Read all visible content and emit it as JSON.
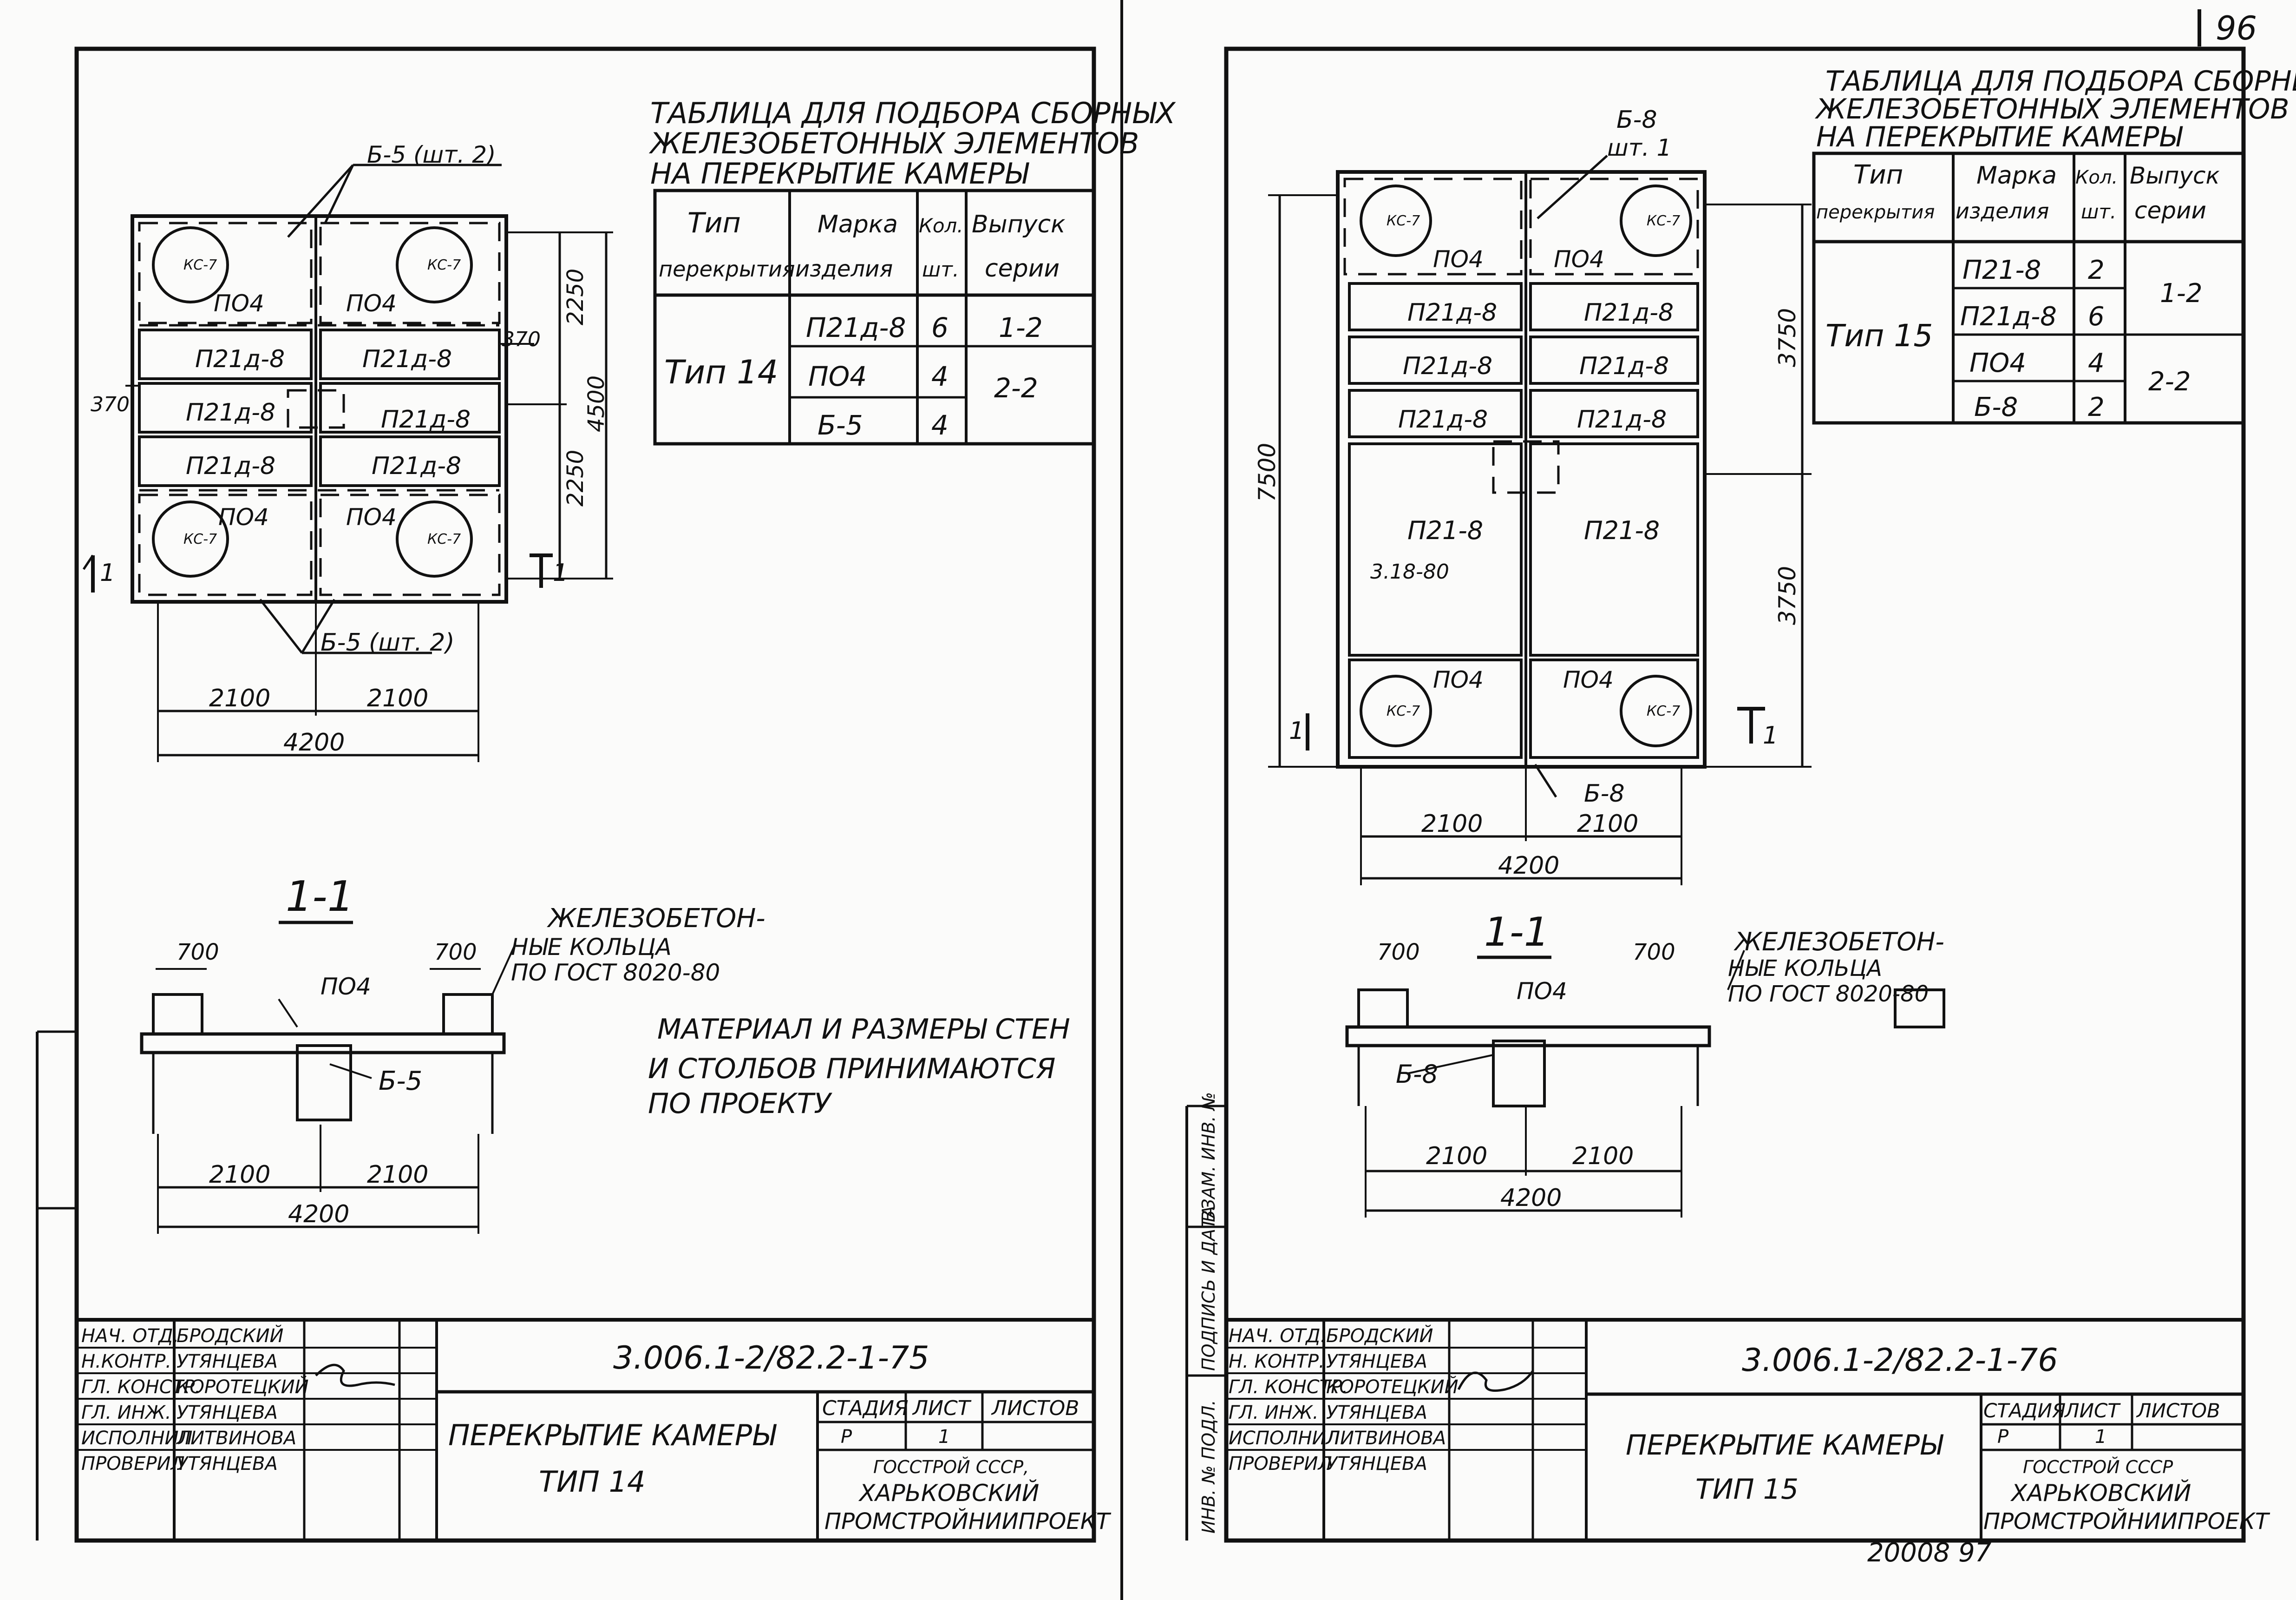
{
  "page_number": "96",
  "bottom_note": "20008 97",
  "left": {
    "table_title": [
      "ТАБЛИЦА ДЛЯ ПОДБОРА СБОРНЫХ",
      "ЖЕЛЕЗОБЕТОННЫХ ЭЛЕМЕНТОВ",
      "НА ПЕРЕКРЫТИЕ КАМЕРЫ"
    ],
    "table_headers": [
      [
        "Тип",
        "перекрытия"
      ],
      [
        "Марка",
        "изделия"
      ],
      [
        "Кол.",
        "шт."
      ],
      [
        "Выпуск",
        "серии"
      ]
    ],
    "table_type": "Тип 14",
    "table_marks": [
      "П21д-8",
      "ПО4",
      "Б-5"
    ],
    "table_qty": [
      "6",
      "4",
      "4"
    ],
    "table_series": [
      "1-2",
      "2-2"
    ],
    "plan_labels": {
      "b5_top": "Б-5 (шт. 2)",
      "b5_bottom": "Б-5 (шт. 2)",
      "po4": "ПО4",
      "p21d8": "П21д-8",
      "dim_2100": "2100",
      "dim_4200": "4200",
      "dim_2250": "2250",
      "dim_4500": "4500",
      "dim_370": "370",
      "ring": "КС-7",
      "cut_mark": "1"
    },
    "section_title": "1-1",
    "section_note": [
      "ЖЕЛЕЗОБЕТОН-",
      "НЫЕ КОЛЬЦА",
      "ПО ГОСТ 8020-80"
    ],
    "section_labels": {
      "po4": "ПО4",
      "b5": "Б-5",
      "d700": "700",
      "d2100": "2100",
      "d4200": "4200"
    },
    "material_note": [
      "МАТЕРИАЛ И РАЗМЕРЫ СТЕН",
      "И СТОЛБОВ ПРИНИМАЮТСЯ",
      "ПО ПРОЕКТУ"
    ],
    "stamp": {
      "roles": [
        "НАЧ. ОТД.",
        "Н.КОНТР.",
        "ГЛ. КОНСТР.",
        "ГЛ. ИНЖ.",
        "ИСПОЛНИЛ",
        "ПРОВЕРИЛ"
      ],
      "names": [
        "БРОДСКИЙ",
        "УТЯНЦЕВА",
        "КОРОТЕЦКИЙ",
        "УТЯНЦЕВА",
        "ЛИТВИНОВА",
        "УТЯНЦЕВА"
      ],
      "code": "3.006.1-2/82.2-1-75",
      "title": [
        "ПЕРЕКРЫТИЕ КАМЕРЫ",
        "ТИП 14"
      ],
      "col_headers": [
        "СТАДИЯ",
        "ЛИСТ",
        "ЛИСТОВ"
      ],
      "stage": "Р",
      "sheet": "1",
      "org": [
        "ГОССТРОЙ СССР,",
        "ХАРЬКОВСКИЙ",
        "ПРОМСТРОЙНИИПРОЕКТ"
      ]
    }
  },
  "right": {
    "table_title": [
      "ТАБЛИЦА ДЛЯ ПОДБОРА СБОРНЫХ",
      "ЖЕЛЕЗОБЕТОННЫХ ЭЛЕМЕНТОВ",
      "НА ПЕРЕКРЫТИЕ КАМЕРЫ"
    ],
    "table_headers": [
      [
        "Тип",
        "перекрытия"
      ],
      [
        "Марка",
        "изделия"
      ],
      [
        "Кол.",
        "шт."
      ],
      [
        "Выпуск",
        "серии"
      ]
    ],
    "table_type": "Тип 15",
    "table_marks": [
      "П21-8",
      "П21д-8",
      "ПО4",
      "Б-8"
    ],
    "table_qty": [
      "2",
      "6",
      "4",
      "2"
    ],
    "table_series": [
      "1-2",
      "2-2"
    ],
    "plan_labels": {
      "b8_top": "Б-8",
      "b8_top_qty": "шт. 1",
      "b8_bottom": "Б-8",
      "po4": "ПО4",
      "p21d8": "П21д-8",
      "p218": "П21-8",
      "stamp_note": "3.18-80",
      "dim_2100": "2100",
      "dim_4200": "4200",
      "dim_3750": "3750",
      "dim_7500": "7500",
      "ring": "КС-7",
      "cut_mark": "1"
    },
    "section_title": "1-1",
    "section_note": [
      "ЖЕЛЕЗОБЕТОН-",
      "НЫЕ КОЛЬЦА",
      "ПО ГОСТ 8020-80"
    ],
    "section_labels": {
      "po4": "ПО4",
      "b8": "Б-8",
      "d700": "700",
      "d2100": "2100",
      "d4200": "4200"
    },
    "stamp": {
      "roles": [
        "НАЧ. ОТД.",
        "Н. КОНТР.",
        "ГЛ. КОНСТР.",
        "ГЛ. ИНЖ.",
        "ИСПОЛНИЛ",
        "ПРОВЕРИЛ"
      ],
      "names": [
        "БРОДСКИЙ",
        "УТЯНЦЕВА",
        "КОРОТЕЦКИЙ",
        "УТЯНЦЕВА",
        "ЛИТВИНОВА",
        "УТЯНЦЕВА"
      ],
      "code": "3.006.1-2/82.2-1-76",
      "title": [
        "ПЕРЕКРЫТИЕ КАМЕРЫ",
        "ТИП 15"
      ],
      "col_headers": [
        "СТАДИЯ",
        "ЛИСТ",
        "ЛИСТОВ"
      ],
      "stage": "Р",
      "sheet": "1",
      "org": [
        "ГОССТРОЙ СССР",
        "ХАРЬКОВСКИЙ",
        "ПРОМСТРОЙНИИПРОЕКТ"
      ]
    },
    "side_strip": [
      "ИНВ. № ПОДЛ.",
      "ПОДПИСЬ И ДАТА",
      "ВЗАМ. ИНВ. №"
    ]
  }
}
